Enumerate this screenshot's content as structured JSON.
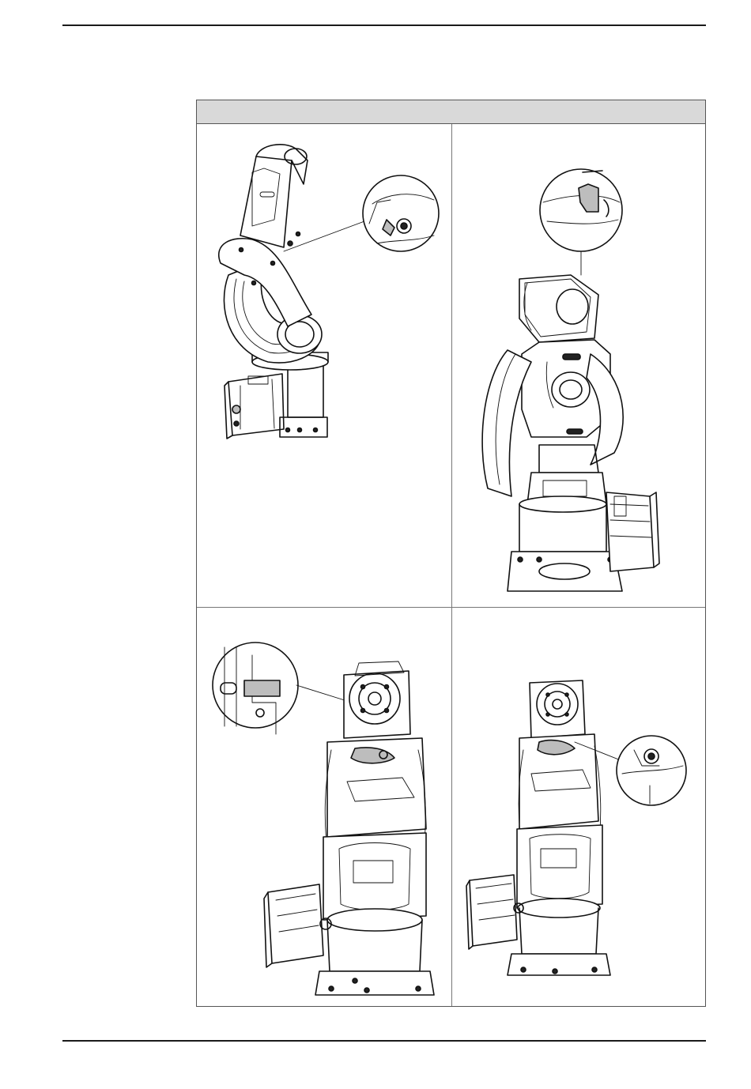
{
  "document": {
    "table_header": "",
    "figures": [
      {
        "icon": "robot-arm-j5-lock-figure"
      },
      {
        "icon": "robot-arm-j4-marker-figure"
      },
      {
        "icon": "robot-arm-j3-marker-figure"
      },
      {
        "icon": "robot-arm-j6-lock-figure"
      }
    ]
  },
  "colors": {
    "header_fill": "#d9d9d9",
    "line": "#111111"
  }
}
